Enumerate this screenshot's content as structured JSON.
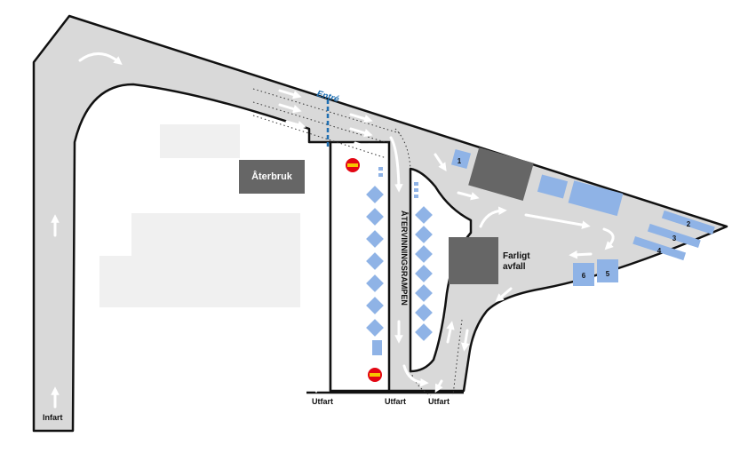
{
  "labels": {
    "entrance": "Entré",
    "reuse": "Återbruk",
    "ramp": "ÅTERVINNINGSRAMPEN",
    "hazardous_line1": "Farligt",
    "hazardous_line2": "avfall",
    "entry": "Infart",
    "exit_left": "Utfart",
    "exit_middle": "Utfart",
    "exit_right": "Utfart"
  },
  "station_numbers": [
    "1",
    "2",
    "3",
    "4",
    "5",
    "6"
  ],
  "icons": [
    "no-entry-sign-icon",
    "direction-arrow-icon"
  ],
  "colors": {
    "road": "#d9d9d9",
    "road_border": "#111111",
    "container": "#8fb3e6",
    "building": "#666666",
    "background_building": "#f0f0f0",
    "no_entry_red": "#e30613",
    "no_entry_yellow": "#f7c600",
    "entrance_blue": "#1f6fb2"
  }
}
